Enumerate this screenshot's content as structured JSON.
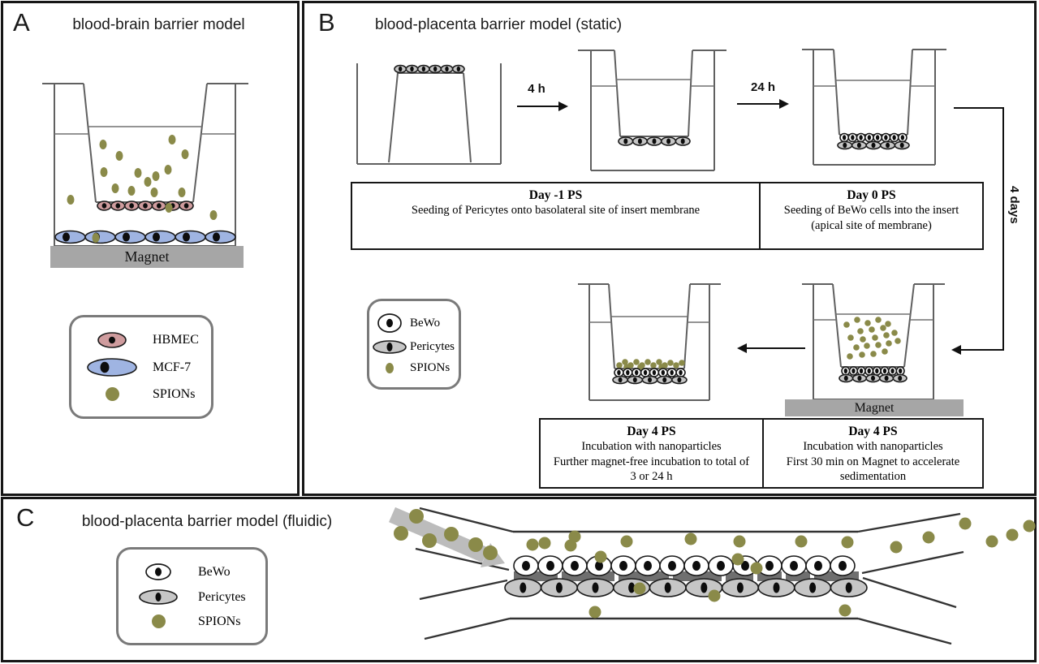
{
  "colors": {
    "hbmec": "#cf9c9e",
    "mcf7": "#9fb4e2",
    "bewo": "#ffffff",
    "pericyte": "#c6c6c6",
    "spion": "#8a8a49",
    "magnet": "#a6a6a6",
    "membrane": "#6f6f6f",
    "flow_arrow": "#bcbcbc",
    "well_line": "#606060",
    "channel_line": "#333333",
    "arrow": "#111111"
  },
  "panel_a": {
    "letter": "A",
    "title": "blood-brain barrier model",
    "magnet_label": "Magnet",
    "legend": [
      {
        "icon": "hbmec-cell-icon",
        "label": "HBMEC"
      },
      {
        "icon": "mcf7-cell-icon",
        "label": "MCF-7"
      },
      {
        "icon": "spion-icon",
        "label": "SPIONs"
      }
    ]
  },
  "panel_b": {
    "letter": "B",
    "title": "blood-placenta barrier model (static)",
    "step1_label": "4 h",
    "step2_label": "24 h",
    "step3_label": "4 days",
    "magnet_label": "Magnet",
    "legend": [
      {
        "icon": "bewo-cell-icon",
        "label": "BeWo"
      },
      {
        "icon": "pericyte-cell-icon",
        "label": "Pericytes"
      },
      {
        "icon": "spion-icon",
        "label": "SPIONs"
      }
    ],
    "box_day_minus1": {
      "title": "Day -1 PS",
      "line1": "Seeding of Pericytes onto basolateral site of insert membrane"
    },
    "box_day0": {
      "title": "Day 0 PS",
      "line1": "Seeding of BeWo cells into the insert",
      "line2": "(apical site of membrane)"
    },
    "box_day4_left": {
      "title": "Day 4 PS",
      "line1": "Incubation with nanoparticles",
      "line2": "Further magnet-free incubation to total of",
      "line3": "3 or 24 h"
    },
    "box_day4_right": {
      "title": "Day 4 PS",
      "line1": "Incubation with nanoparticles",
      "line2": "First 30 min on Magnet to accelerate",
      "line3": "sedimentation"
    }
  },
  "panel_c": {
    "letter": "C",
    "title": "blood-placenta barrier model (fluidic)",
    "legend": [
      {
        "icon": "bewo-cell-icon",
        "label": "BeWo"
      },
      {
        "icon": "pericyte-cell-icon",
        "label": "Pericytes"
      },
      {
        "icon": "spion-icon",
        "label": "SPIONs"
      }
    ]
  }
}
